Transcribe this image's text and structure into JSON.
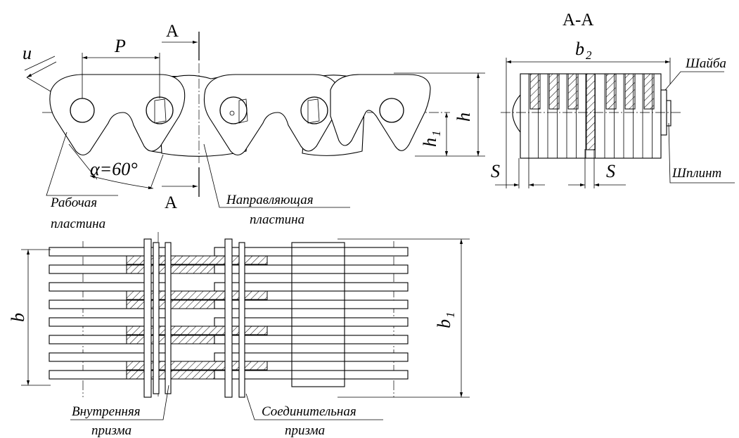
{
  "section": {
    "marker": "A",
    "title": "А-А"
  },
  "dimensions": {
    "pitch": "P",
    "u": "u",
    "height": "h",
    "h1_base": "h",
    "h1_sub": "1",
    "angle": "α=60°",
    "b": "b",
    "b1_base": "b",
    "b1_sub": "1",
    "b2_base": "b",
    "b2_sub": "2",
    "s_left": "S",
    "s_right": "S"
  },
  "labels": {
    "working_plate_line1": "Рабочая",
    "working_plate_line2": "пластина",
    "guide_plate_line1": "Направляющая",
    "guide_plate_line2": "пластина",
    "washer": "Шайба",
    "cotter_pin": "Шплинт",
    "inner_prism_line1": "Внутренняя",
    "inner_prism_line2": "призма",
    "connecting_prism_line1": "Соединительная",
    "connecting_prism_line2": "призма"
  }
}
